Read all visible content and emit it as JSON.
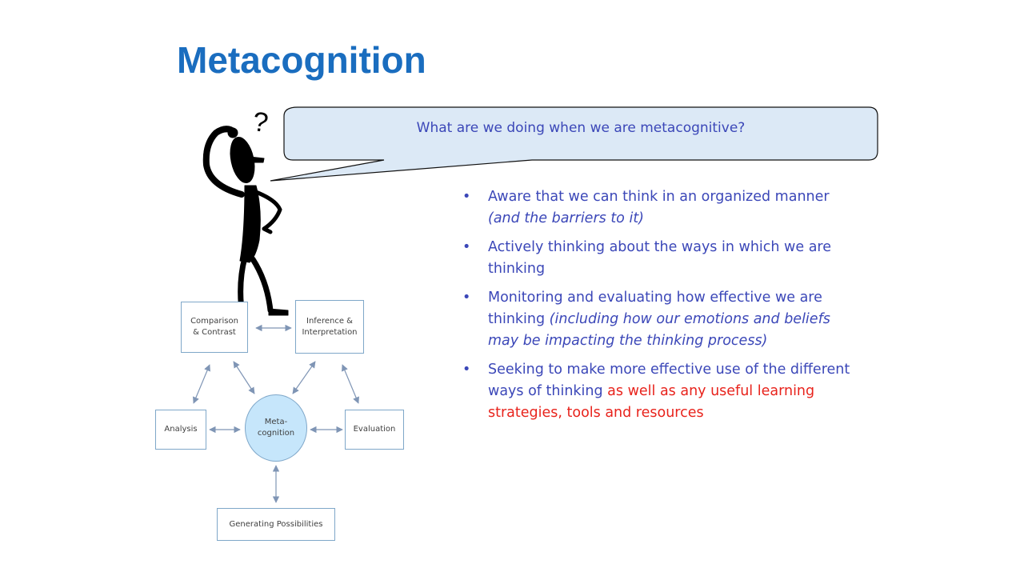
{
  "slide": {
    "title": "Metacognition",
    "bubble_text": "What are we doing when we are metacognitive?",
    "bullets": [
      {
        "text": "Aware that we can think in an organized manner ",
        "italic": "(and the barriers to it)"
      },
      {
        "text": "Actively thinking about the ways in which we are thinking"
      },
      {
        "text": "Monitoring and evaluating how effective we are thinking ",
        "italic": "(including how our emotions and beliefs may be impacting the thinking process)"
      },
      {
        "text": "Seeking to make more effective use of the different ways of thinking ",
        "red": "as well as any useful learning strategies, tools and resources"
      }
    ]
  },
  "diagram": {
    "center": {
      "line1": "Meta-",
      "line2": "cognition"
    },
    "nodes": {
      "comparison": {
        "line1": "Comparison",
        "line2": "& Contrast"
      },
      "inference": {
        "line1": "Inference &",
        "line2": "Interpretation"
      },
      "analysis": "Analysis",
      "evaluation": "Evaluation",
      "generating": "Generating Possibilities"
    }
  },
  "figure": {
    "question_mark": "?"
  },
  "colors": {
    "title": "#1a6dbf",
    "text": "#3b47b8",
    "highlight": "#e8231c",
    "bubble_fill": "#dce9f6",
    "circle_fill": "#c6e6fb",
    "arrow": "#7f95b5"
  }
}
